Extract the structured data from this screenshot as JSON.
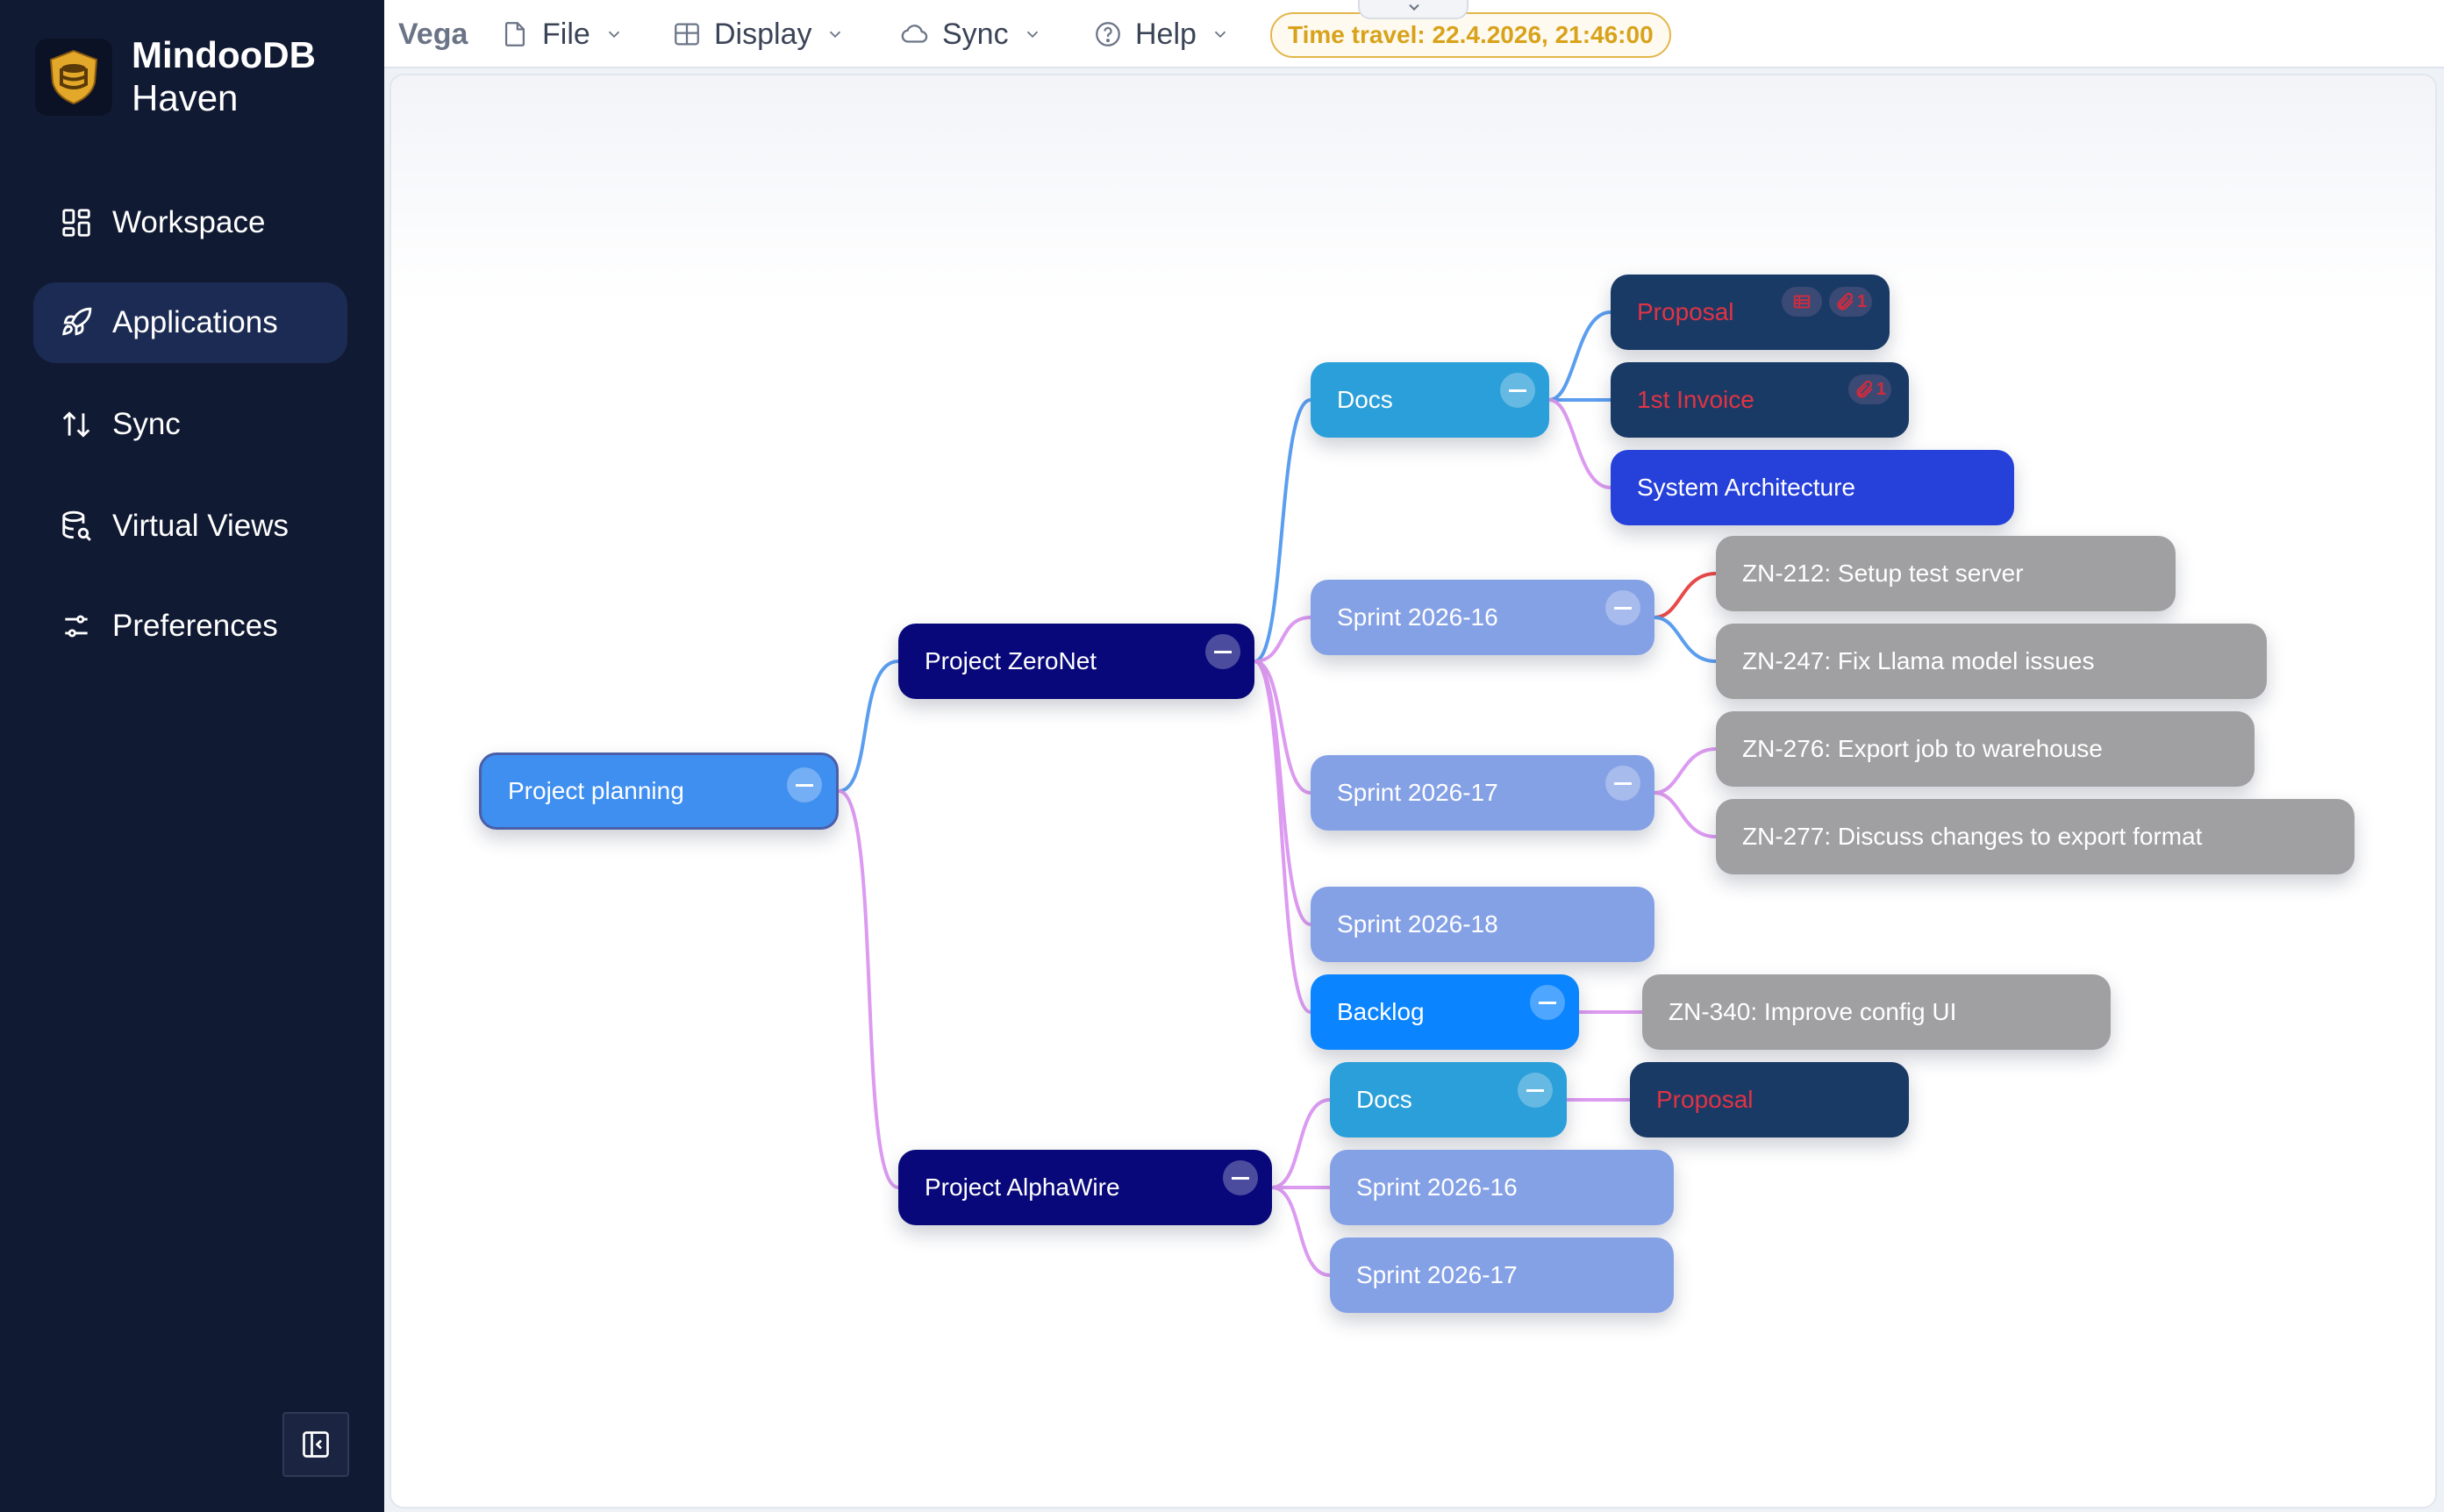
{
  "sidebar": {
    "brand_line1": "MindooDB",
    "brand_line2": "Haven",
    "items": [
      {
        "label": "Workspace",
        "icon": "dashboard-icon"
      },
      {
        "label": "Applications",
        "icon": "rocket-icon",
        "active": true
      },
      {
        "label": "Sync",
        "icon": "arrows-up-down-icon"
      },
      {
        "label": "Virtual Views",
        "icon": "database-search-icon"
      },
      {
        "label": "Preferences",
        "icon": "sliders-icon"
      }
    ]
  },
  "toolbar": {
    "app_name": "Vega",
    "menus": [
      {
        "label": "File",
        "icon": "file-icon"
      },
      {
        "label": "Display",
        "icon": "table-icon"
      },
      {
        "label": "Sync",
        "icon": "cloud-icon"
      },
      {
        "label": "Help",
        "icon": "help-circle-icon"
      }
    ],
    "time_travel": "Time travel: 22.4.2026, 21:46:00"
  },
  "mindmap": {
    "root": "Project planning",
    "zeronet": {
      "label": "Project ZeroNet",
      "docs": {
        "label": "Docs",
        "items": [
          {
            "label": "Proposal",
            "attachments": "1"
          },
          {
            "label": "1st Invoice",
            "attachments": "1"
          },
          {
            "label": "System Architecture"
          }
        ]
      },
      "sprints": [
        {
          "label": "Sprint 2026-16",
          "tasks": [
            "ZN-212: Setup test server",
            "ZN-247: Fix Llama model issues"
          ]
        },
        {
          "label": "Sprint 2026-17",
          "tasks": [
            "ZN-276: Export job to warehouse",
            "ZN-277: Discuss changes to export format"
          ]
        },
        {
          "label": "Sprint 2026-18",
          "tasks": []
        }
      ],
      "backlog": {
        "label": "Backlog",
        "tasks": [
          "ZN-340: Improve config UI"
        ]
      }
    },
    "alphawire": {
      "label": "Project AlphaWire",
      "docs": {
        "label": "Docs",
        "items": [
          "Proposal"
        ]
      },
      "sprints": [
        "Sprint 2026-16",
        "Sprint 2026-17"
      ]
    }
  },
  "colors": {
    "sidebar_bg": "#111a33",
    "active_nav": "#1c2b53",
    "accent_gold": "#d8a21a",
    "project_node": "#08087a",
    "docs_node": "#2b9fd9",
    "sprint_node": "#85a1e6",
    "task_node": "#a0a0a2",
    "link_blue": "#5b9ef0",
    "link_pink": "#dc9af0",
    "link_red": "#e84a4a"
  }
}
